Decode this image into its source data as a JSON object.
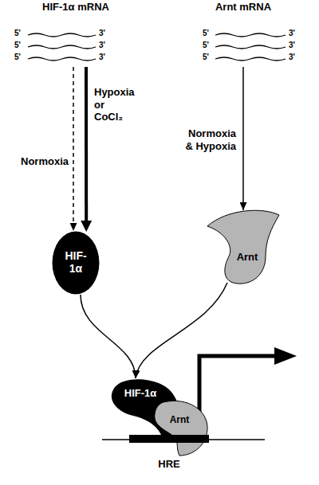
{
  "diagram": {
    "nodes": [
      {
        "text": [
          "HIF-1α mRNA"
        ]
      },
      {
        "text": [
          "Arnt mRNA"
        ]
      },
      {
        "text": [
          "HIF-1α"
        ]
      },
      {
        "text": [
          "Arnt"
        ]
      },
      {
        "text": [
          "HIF-1α"
        ]
      },
      {
        "text": [
          "Arnt"
        ]
      },
      {
        "text": [
          "HRE"
        ]
      }
    ],
    "edges": [
      {
        "from": 0,
        "to": 2,
        "arrow": "to",
        "label": "Normoxia"
      },
      {
        "from": 0,
        "to": 2,
        "arrow": "to",
        "label": "Hypoxia or CoCl₂"
      },
      {
        "from": 1,
        "to": 3,
        "arrow": "to",
        "label": "Normoxia & Hypoxia"
      },
      {
        "from": 2,
        "to": 4,
        "arrow": "to"
      },
      {
        "from": 3,
        "to": 4,
        "arrow": "to"
      }
    ],
    "labels": [
      "5'",
      "3'",
      "5'",
      "3'",
      "5'",
      "3'",
      "5'",
      "3'",
      "5'",
      "3'",
      "5'",
      "3'"
    ]
  }
}
